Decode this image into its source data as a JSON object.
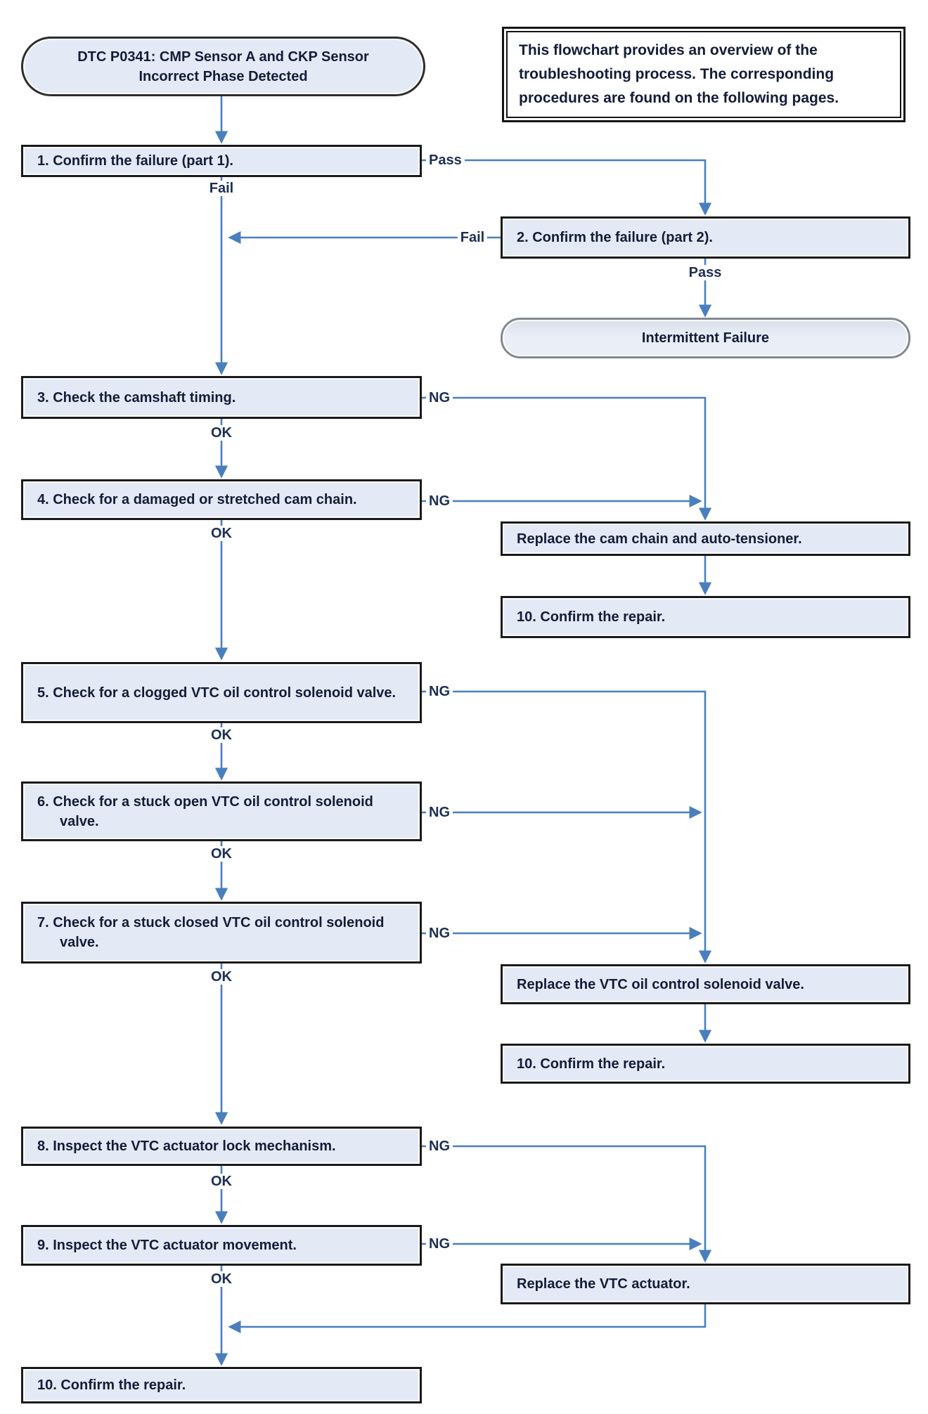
{
  "title": "DTC P0341: CMP Sensor A and CKP Sensor Incorrect Phase Detected",
  "note": "This flowchart provides an overview of the troubleshooting process. The corresponding procedures are found on the following pages.",
  "nodes": {
    "step1": "1. Confirm the failure (part 1).",
    "step2": "2. Confirm the failure (part 2).",
    "intermittent": "Intermittent Failure",
    "step3": "3. Check the camshaft timing.",
    "step4": "4. Check for a damaged or stretched cam chain.",
    "replace_cam_chain": "Replace the cam chain and auto-tensioner.",
    "confirm_repair_a": "10. Confirm the repair.",
    "step5": "5. Check for a clogged VTC oil control solenoid valve.",
    "step6": "6. Check for a stuck open VTC oil control solenoid valve.",
    "step7": "7. Check for a stuck closed VTC oil control solenoid valve.",
    "replace_solenoid": "Replace the VTC oil control solenoid valve.",
    "confirm_repair_b": "10. Confirm the repair.",
    "step8": "8. Inspect the VTC actuator lock mechanism.",
    "step9": "9. Inspect the VTC actuator movement.",
    "replace_actuator": "Replace the VTC actuator.",
    "confirm_repair_c": "10. Confirm the repair."
  },
  "labels": {
    "pass1": "Pass",
    "fail1": "Fail",
    "fail2": "Fail",
    "pass2": "Pass",
    "ng3": "NG",
    "ok3": "OK",
    "ng4": "NG",
    "ok4": "OK",
    "ng5": "NG",
    "ok5": "OK",
    "ng6": "NG",
    "ok6": "OK",
    "ng7": "NG",
    "ok7": "OK",
    "ng8": "NG",
    "ok8": "OK",
    "ng9": "NG",
    "ok9": "OK"
  },
  "edges": [
    {
      "from": "title",
      "to": "step1",
      "label": ""
    },
    {
      "from": "step1",
      "to": "step2",
      "label": "Pass"
    },
    {
      "from": "step1",
      "to": "step3",
      "label": "Fail"
    },
    {
      "from": "step2",
      "to": "step3",
      "label": "Fail"
    },
    {
      "from": "step2",
      "to": "intermittent",
      "label": "Pass"
    },
    {
      "from": "step3",
      "to": "replace_cam_chain",
      "label": "NG"
    },
    {
      "from": "step3",
      "to": "step4",
      "label": "OK"
    },
    {
      "from": "step4",
      "to": "replace_cam_chain",
      "label": "NG"
    },
    {
      "from": "step4",
      "to": "step5",
      "label": "OK"
    },
    {
      "from": "replace_cam_chain",
      "to": "confirm_repair_a",
      "label": ""
    },
    {
      "from": "step5",
      "to": "replace_solenoid",
      "label": "NG"
    },
    {
      "from": "step5",
      "to": "step6",
      "label": "OK"
    },
    {
      "from": "step6",
      "to": "replace_solenoid",
      "label": "NG"
    },
    {
      "from": "step6",
      "to": "step7",
      "label": "OK"
    },
    {
      "from": "step7",
      "to": "replace_solenoid",
      "label": "NG"
    },
    {
      "from": "step7",
      "to": "step8",
      "label": "OK"
    },
    {
      "from": "replace_solenoid",
      "to": "confirm_repair_b",
      "label": ""
    },
    {
      "from": "step8",
      "to": "replace_actuator",
      "label": "NG"
    },
    {
      "from": "step8",
      "to": "step9",
      "label": "OK"
    },
    {
      "from": "step9",
      "to": "replace_actuator",
      "label": "NG"
    },
    {
      "from": "step9",
      "to": "confirm_repair_c",
      "label": "OK"
    },
    {
      "from": "replace_actuator",
      "to": "confirm_repair_c",
      "label": ""
    }
  ],
  "colors": {
    "connector_color": "#4a7fbe",
    "box_fill": "#e4eaf5",
    "box_border": "#1a1a1a",
    "text_color": "#131c38",
    "label_color": "#1c2f55"
  }
}
